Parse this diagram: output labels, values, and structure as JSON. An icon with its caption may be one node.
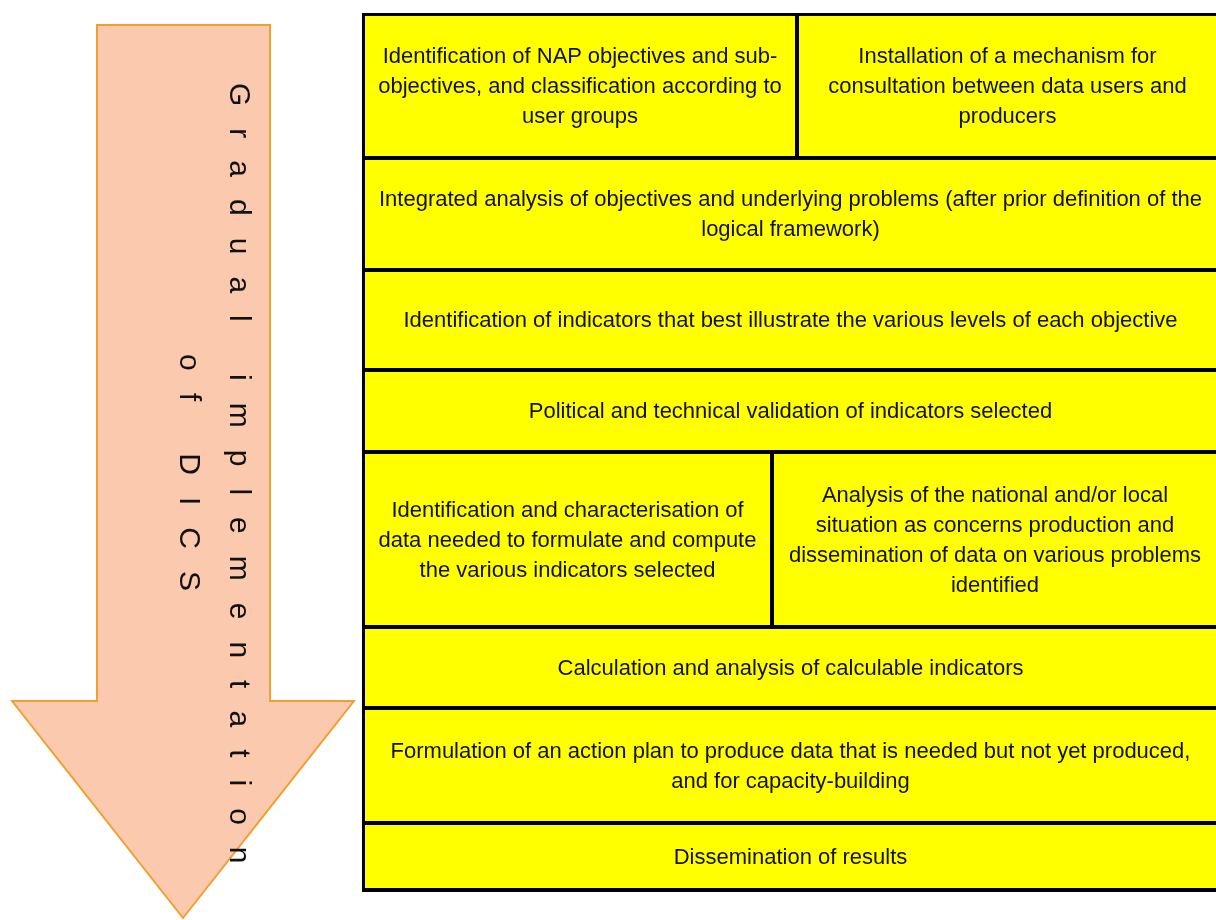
{
  "diagram": {
    "nodes": [
      {
        "text": [
          "Gradual implementation of DICS"
        ]
      },
      {
        "text": [
          "Identification of NAP objectives and sub-objectives, and classification according to user groups"
        ]
      },
      {
        "text": [
          "Installation of a mechanism for consultation between data users and producers"
        ]
      },
      {
        "text": [
          "Integrated analysis of objectives and underlying problems (after prior definition of the logical framework)"
        ]
      },
      {
        "text": [
          "Identification of indicators that best illustrate the various levels of each objective"
        ]
      },
      {
        "text": [
          "Political and technical validation of indicators selected"
        ]
      },
      {
        "text": [
          "Identification and characterisation of data needed to formulate and compute the various indicators selected"
        ]
      },
      {
        "text": [
          "Analysis of the national and/or local situation as concerns production and dissemination of data on various problems identified"
        ]
      },
      {
        "text": [
          "Calculation and analysis of calculable indicators"
        ]
      },
      {
        "text": [
          "Formulation of an action plan to produce data that is needed but not yet produced, and for capacity-building"
        ]
      },
      {
        "text": [
          "Dissemination of results"
        ]
      }
    ]
  }
}
